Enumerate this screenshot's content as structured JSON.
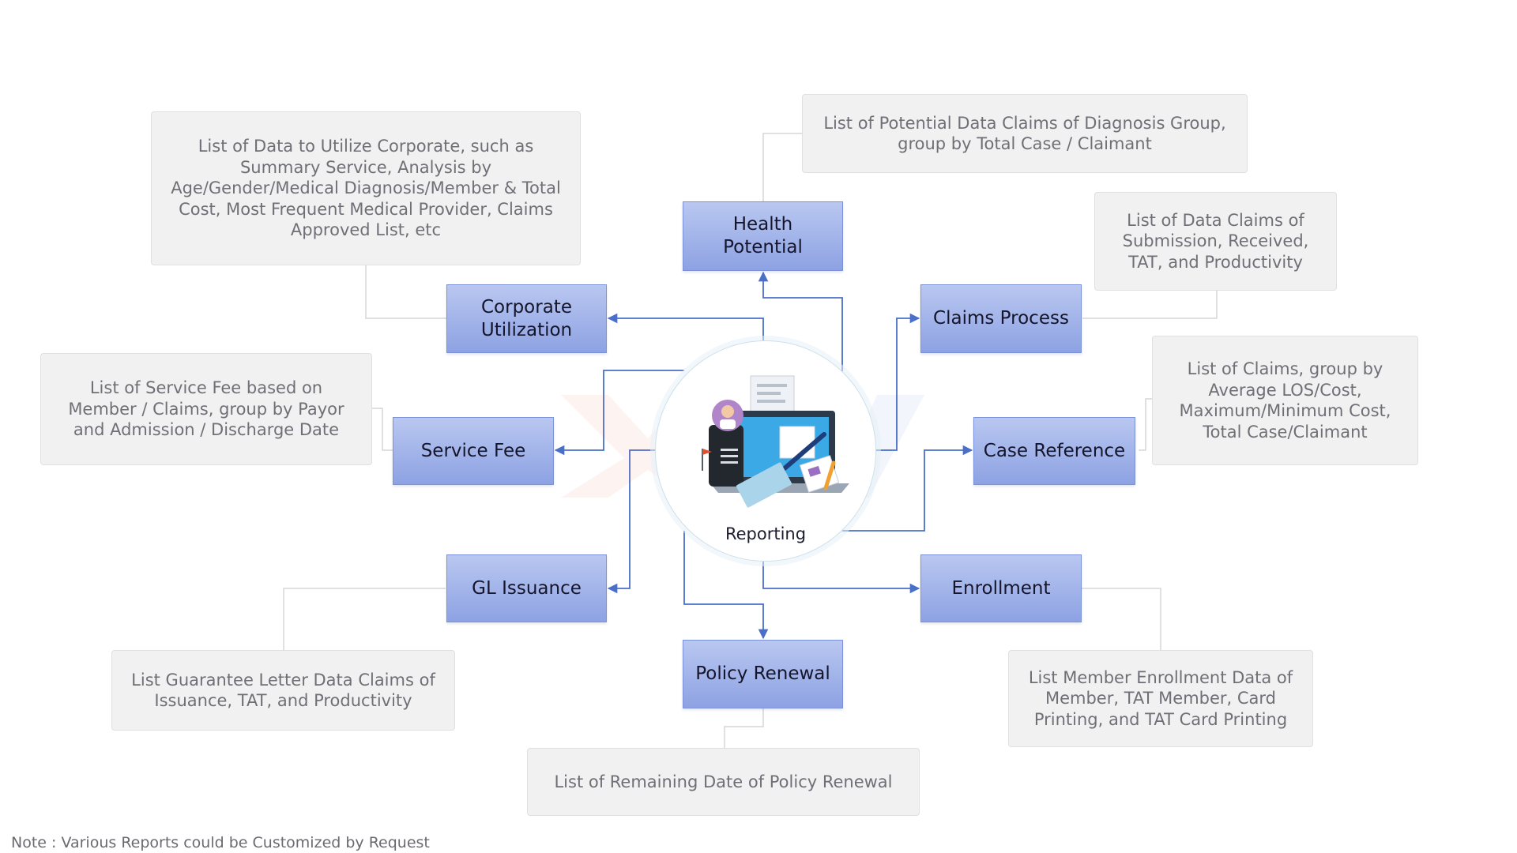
{
  "hub": {
    "label": "Reporting",
    "icon": "reporting-illustration-icon"
  },
  "nodes": {
    "health_potential": "Health Potential",
    "corporate_utilization": "Corporate Utilization",
    "claims_process": "Claims Process",
    "service_fee": "Service Fee",
    "case_reference": "Case Reference",
    "gl_issuance": "GL Issuance",
    "enrollment": "Enrollment",
    "policy_renewal": "Policy Renewal"
  },
  "descriptions": {
    "health_potential": "List of Potential Data Claims of Diagnosis Group, group by Total Case / Claimant",
    "corporate_utilization": "List of Data to Utilize Corporate, such as Summary Service, Analysis by Age/Gender/Medical Diagnosis/Member & Total Cost, Most Frequent Medical Provider, Claims Approved List, etc",
    "claims_process": "List of Data Claims of Submission, Received, TAT, and Productivity",
    "service_fee": "List of Service Fee based on Member / Claims, group by Payor and Admission / Discharge Date",
    "case_reference": "List of Claims, group by Average LOS/Cost, Maximum/Minimum Cost, Total Case/Claimant",
    "gl_issuance": "List Guarantee Letter Data Claims of Issuance, TAT, and Productivity",
    "enrollment": "List Member Enrollment Data of Member, TAT Member, Card Printing, and TAT Card Printing",
    "policy_renewal": "List of Remaining Date of Policy Renewal"
  },
  "note": "Note : Various Reports could be Customized by Request",
  "colors": {
    "node_fill_top": "#b9c7f0",
    "node_fill_bottom": "#8da2e3",
    "arrow": "#4a6fc9",
    "description_fill": "#f1f1f2",
    "connector_gray": "#d6d6da"
  }
}
